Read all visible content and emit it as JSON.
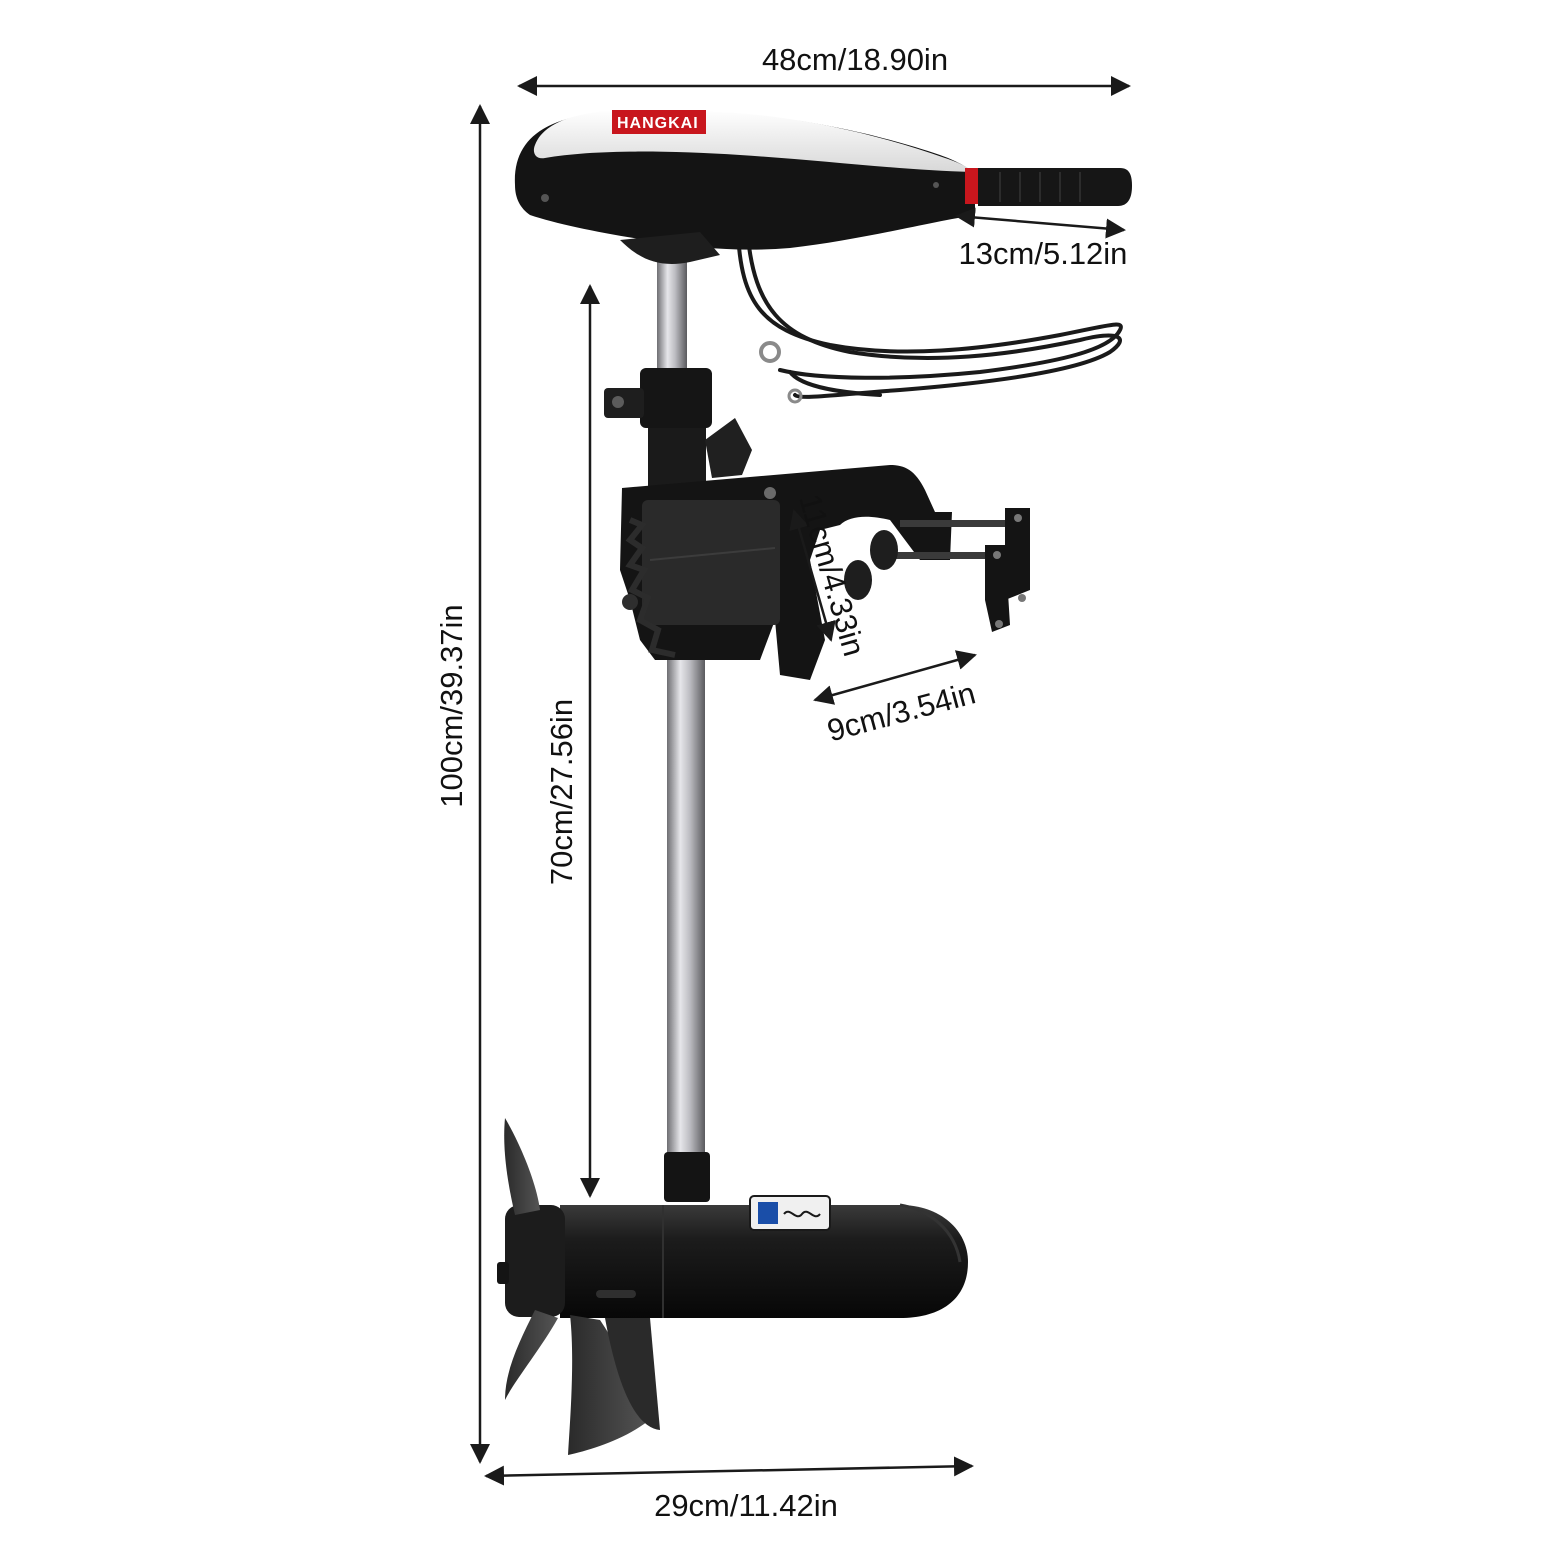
{
  "colors": {
    "motor_black": "#141414",
    "cover_white": "#f2f2f2",
    "brand_red": "#c8161d",
    "shaft_steel": "#b8b8bc",
    "dimension_line": "#1a1a1a"
  },
  "brand": {
    "head_logo": "HANGKAI"
  },
  "dimensions": {
    "head_width": "48cm/18.90in",
    "handle_length": "13cm/5.12in",
    "total_height": "100cm/39.37in",
    "shaft_length": "70cm/27.56in",
    "clamp_opening": "11cm/4.33in",
    "clamp_depth": "9cm/3.54in",
    "propeller_width": "29cm/11.42in"
  },
  "icons": {
    "arrow": "double-headed-arrow"
  }
}
